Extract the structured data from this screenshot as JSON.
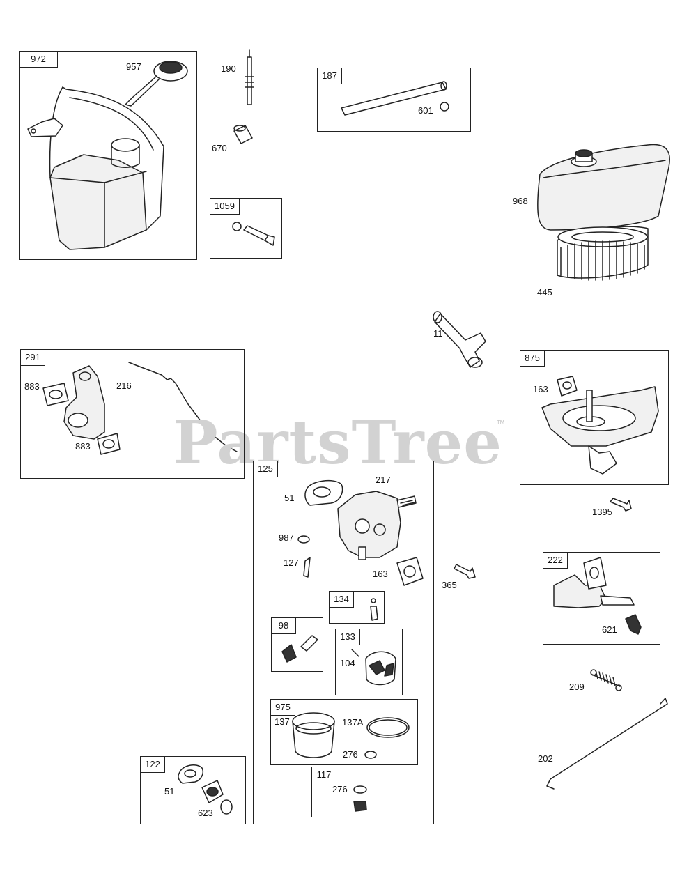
{
  "watermark": {
    "text": "PartsTree",
    "trademark": "™"
  },
  "assemblies": [
    {
      "id": "a972",
      "number": "972"
    },
    {
      "id": "a187",
      "number": "187"
    },
    {
      "id": "a1059",
      "number": "1059"
    },
    {
      "id": "a291",
      "number": "291"
    },
    {
      "id": "a875",
      "number": "875"
    },
    {
      "id": "a125",
      "number": "125"
    },
    {
      "id": "a222",
      "number": "222"
    },
    {
      "id": "a134",
      "number": "134"
    },
    {
      "id": "a98",
      "number": "98"
    },
    {
      "id": "a133",
      "number": "133"
    },
    {
      "id": "a975",
      "number": "975"
    },
    {
      "id": "a122",
      "number": "122"
    },
    {
      "id": "a117",
      "number": "117"
    }
  ],
  "parts": [
    {
      "id": "p957",
      "number": "957"
    },
    {
      "id": "p190",
      "number": "190"
    },
    {
      "id": "p670",
      "number": "670"
    },
    {
      "id": "p601",
      "number": "601"
    },
    {
      "id": "p968",
      "number": "968"
    },
    {
      "id": "p445",
      "number": "445"
    },
    {
      "id": "p11",
      "number": "11"
    },
    {
      "id": "p883a",
      "number": "883"
    },
    {
      "id": "p216",
      "number": "216"
    },
    {
      "id": "p883b",
      "number": "883"
    },
    {
      "id": "p163a",
      "number": "163"
    },
    {
      "id": "p1395",
      "number": "1395"
    },
    {
      "id": "p51a",
      "number": "51"
    },
    {
      "id": "p217",
      "number": "217"
    },
    {
      "id": "p987",
      "number": "987"
    },
    {
      "id": "p127",
      "number": "127"
    },
    {
      "id": "p163b",
      "number": "163"
    },
    {
      "id": "p365",
      "number": "365"
    },
    {
      "id": "p621",
      "number": "621"
    },
    {
      "id": "p104",
      "number": "104"
    },
    {
      "id": "p209",
      "number": "209"
    },
    {
      "id": "p137",
      "number": "137"
    },
    {
      "id": "p137A",
      "number": "137A"
    },
    {
      "id": "p276a",
      "number": "276"
    },
    {
      "id": "p202",
      "number": "202"
    },
    {
      "id": "p51b",
      "number": "51"
    },
    {
      "id": "p623",
      "number": "623"
    },
    {
      "id": "p276b",
      "number": "276"
    }
  ]
}
